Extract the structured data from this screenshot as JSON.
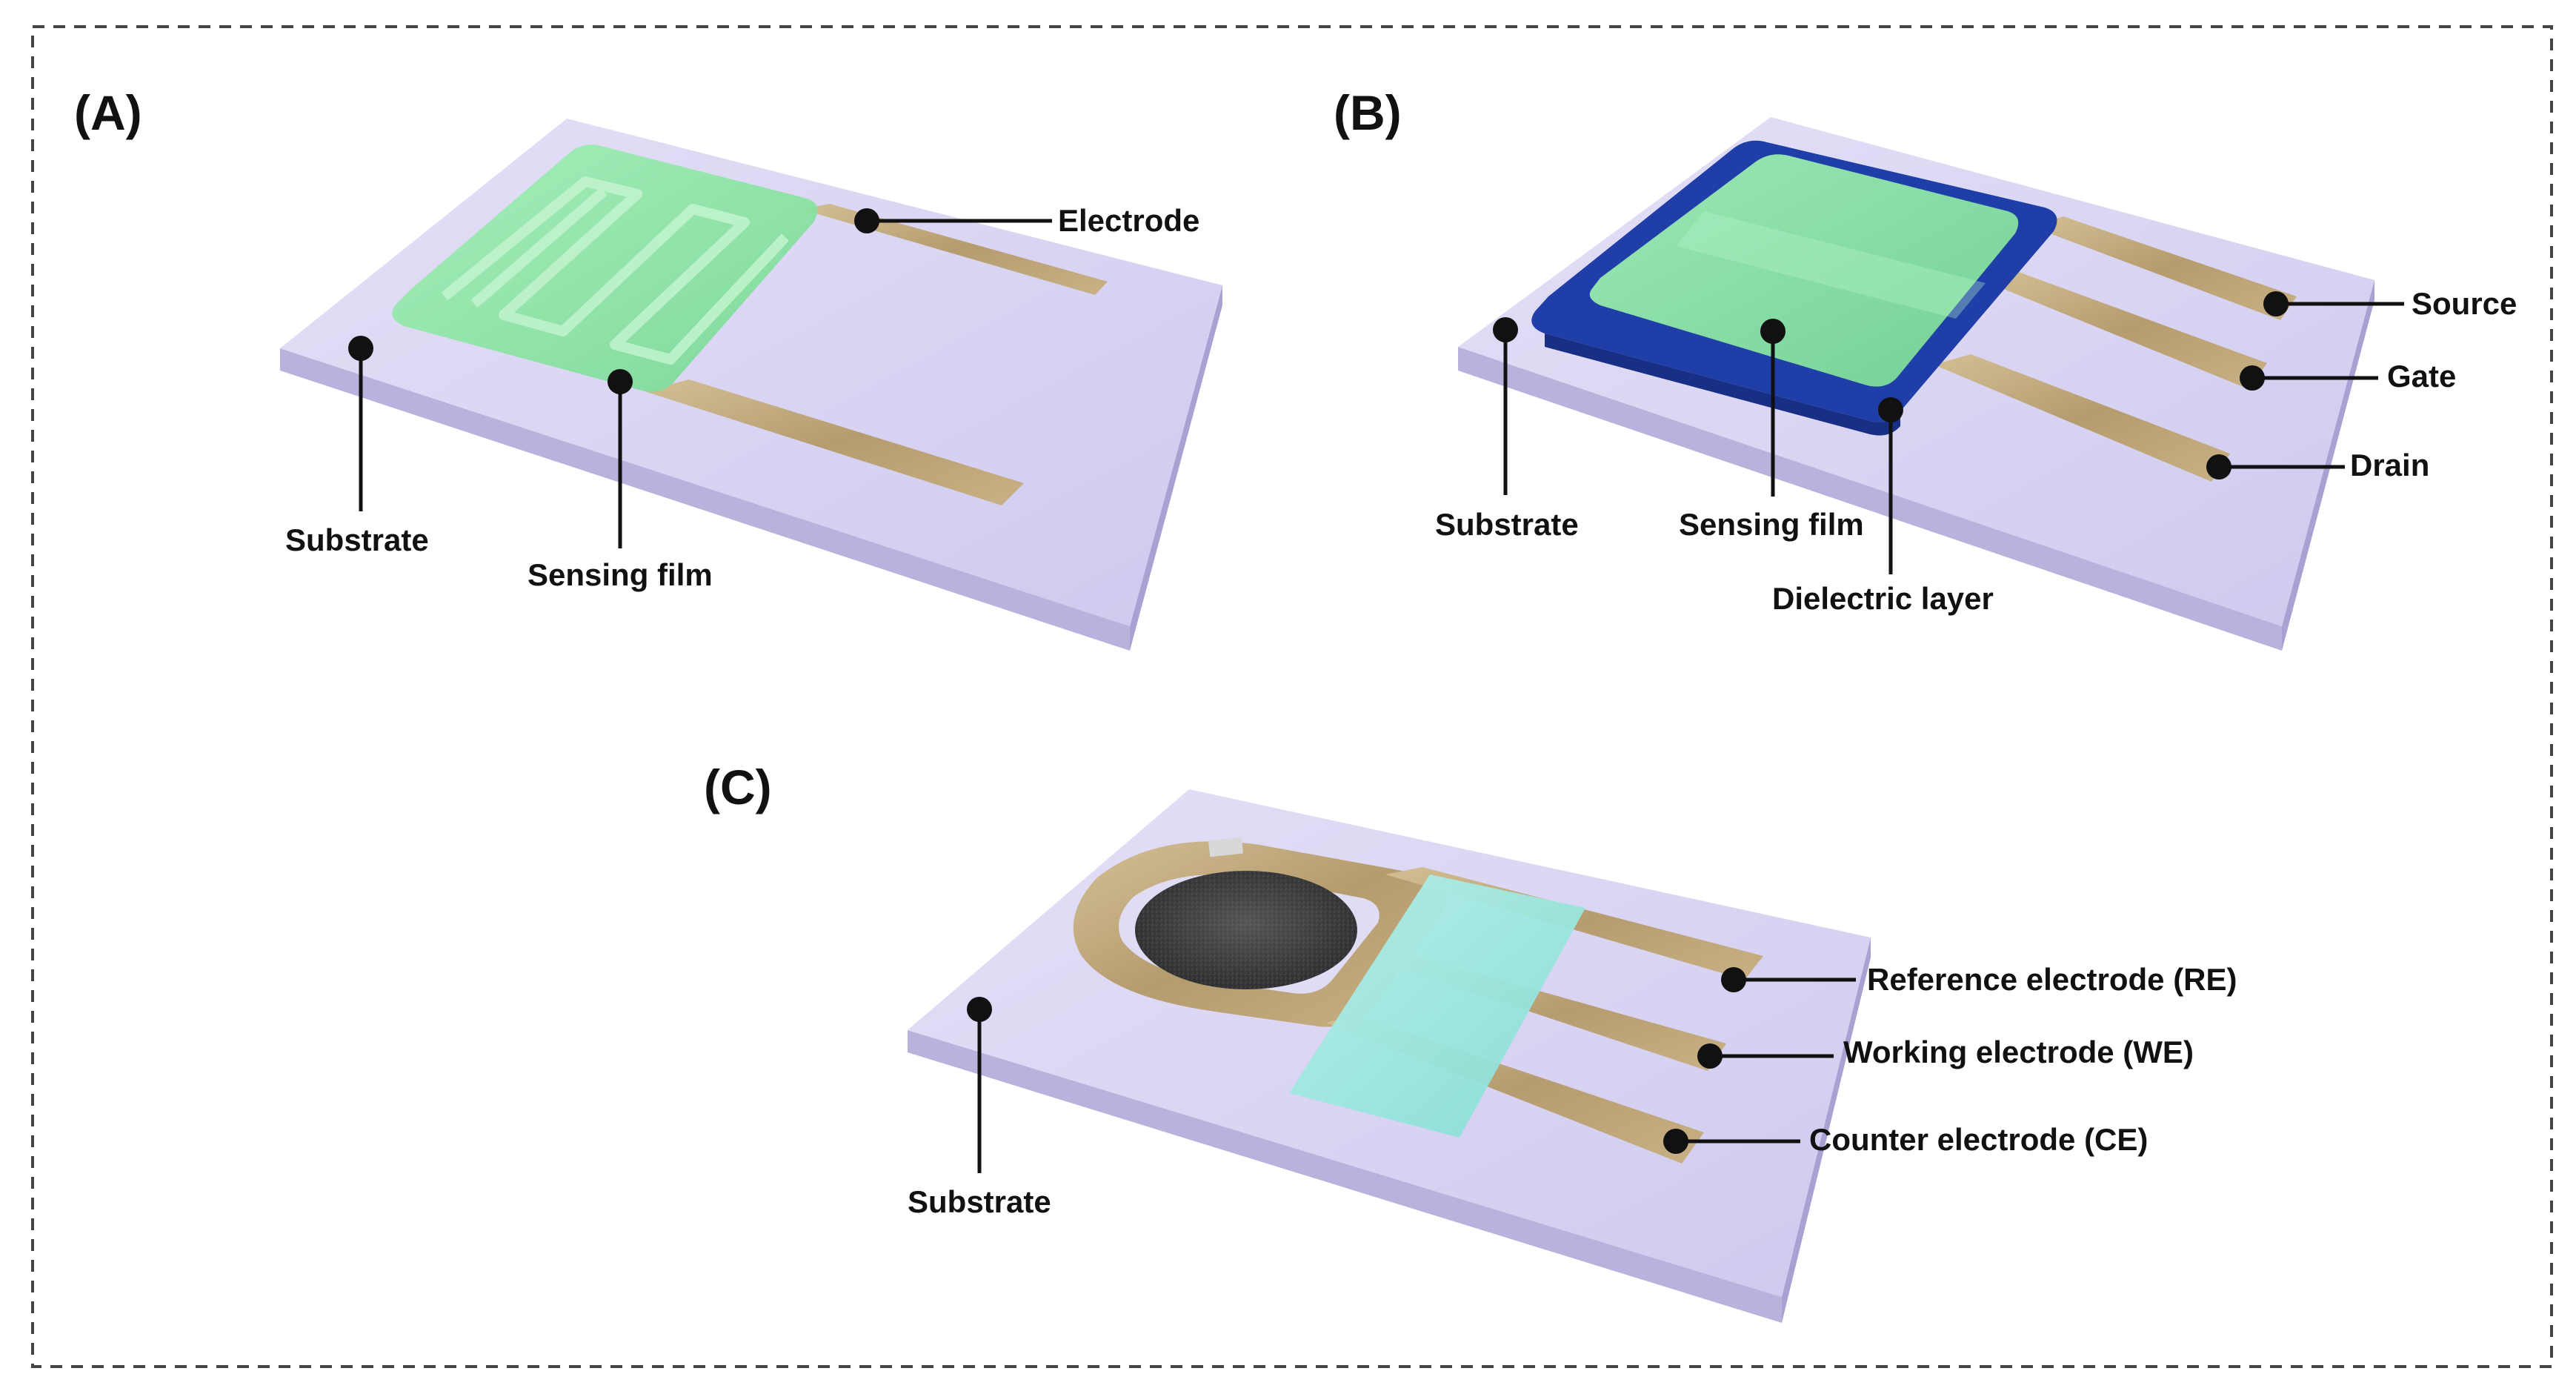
{
  "panels": {
    "a": {
      "letter": "(A)",
      "labels": {
        "electrode": "Electrode",
        "substrate": "Substrate",
        "sensing_film": "Sensing film"
      }
    },
    "b": {
      "letter": "(B)",
      "labels": {
        "source": "Source",
        "gate": "Gate",
        "drain": "Drain",
        "substrate": "Substrate",
        "sensing_film": "Sensing film",
        "dielectric_layer": "Dielectric layer"
      }
    },
    "c": {
      "letter": "(C)",
      "labels": {
        "reference_electrode": "Reference electrode (RE)",
        "working_electrode": "Working electrode (WE)",
        "counter_electrode": "Counter electrode (CE)",
        "substrate": "Substrate"
      }
    }
  },
  "colors": {
    "substrate_top": "#dcd8f2",
    "substrate_side": "#b9b2dc",
    "electrode_gold": "#bba37a",
    "sensing_film_green": "#8fe6a6",
    "dielectric_blue": "#1f3ea8",
    "c_film_cyan": "#9fe8e0",
    "carbon_dark": "#3c3c3e",
    "border_dash": "#444444"
  }
}
